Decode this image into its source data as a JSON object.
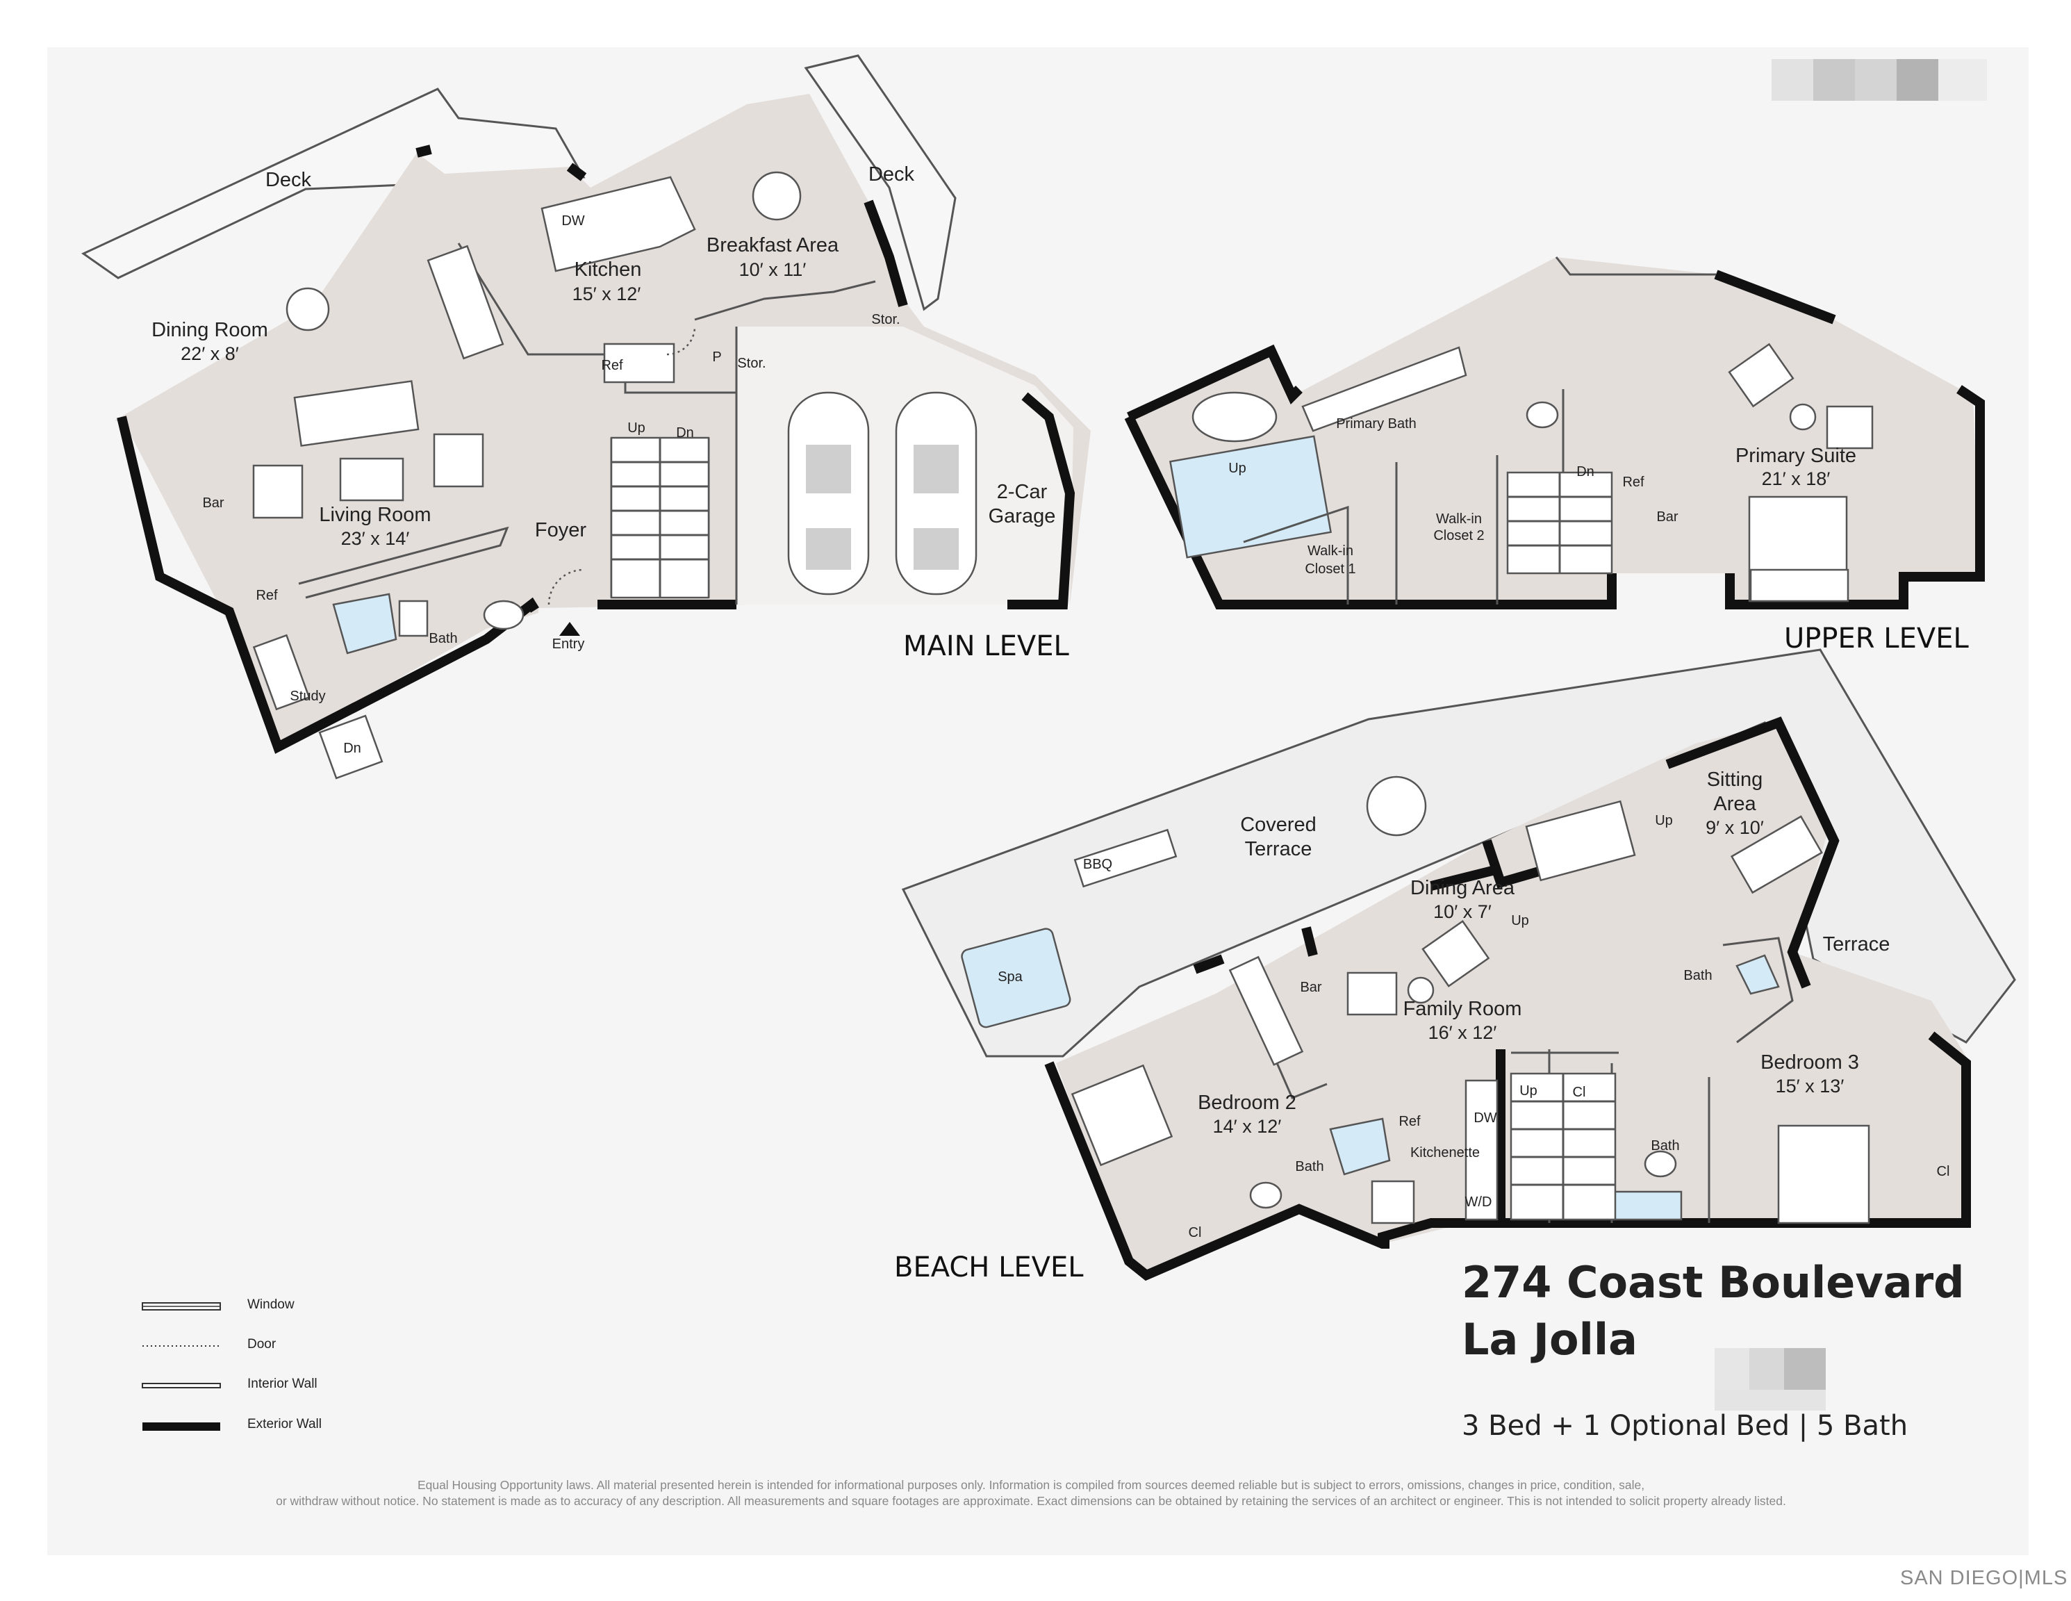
{
  "levels": {
    "main": "MAIN LEVEL",
    "upper": "UPPER LEVEL",
    "beach": "BEACH LEVEL"
  },
  "main_level": {
    "deck_left": "Deck",
    "deck_right": "Deck",
    "kitchen": "Kitchen",
    "kitchen_dim": "15′ x 12′",
    "breakfast": "Breakfast Area",
    "breakfast_dim": "10′ x 11′",
    "dining": "Dining Room",
    "dining_dim": "22′ x 8′",
    "living": "Living Room",
    "living_dim": "23′ x 14′",
    "foyer": "Foyer",
    "garage": "2-Car",
    "garage2": "Garage",
    "bath": "Bath",
    "study": "Study",
    "entry": "Entry",
    "bar": "Bar",
    "ref1": "Ref",
    "ref2": "Ref",
    "dw": "DW",
    "stor1": "Stor.",
    "stor2": "Stor.",
    "pantry": "P",
    "up": "Up",
    "dn": "Dn",
    "dn_study": "Dn"
  },
  "upper_level": {
    "primary_bath": "Primary Bath",
    "primary_suite": "Primary Suite",
    "primary_suite_dim": "21′ x 18′",
    "wic1": "Walk-in",
    "wic1b": "Closet 1",
    "wic2": "Walk-in",
    "wic2b": "Closet 2",
    "up": "Up",
    "dn": "Dn",
    "ref": "Ref",
    "bar": "Bar"
  },
  "beach_level": {
    "covered": "Covered",
    "terrace_cov": "Terrace",
    "sitting": "Sitting",
    "area": "Area",
    "sitting_dim": "9′ x 10′",
    "dining": "Dining Area",
    "dining_dim": "10′ x 7′",
    "family": "Family Room",
    "family_dim": "16′ x 12′",
    "bedroom2": "Bedroom 2",
    "bedroom2_dim": "14′ x 12′",
    "bedroom3": "Bedroom 3",
    "bedroom3_dim": "15′ x 13′",
    "terrace": "Terrace",
    "spa": "Spa",
    "bbq": "BBQ",
    "bar": "Bar",
    "bath1": "Bath",
    "bath2": "Bath",
    "bath3": "Bath",
    "kitchenette": "Kitchenette",
    "ref": "Ref",
    "dw": "DW",
    "wd": "W/D",
    "cl1": "Cl",
    "cl2": "Cl",
    "cl3": "Cl",
    "up1": "Up",
    "up2": "Up",
    "up3": "Up"
  },
  "title": {
    "line1": "274 Coast Boulevard",
    "line2": "La Jolla",
    "specs": "3 Bed + 1 Optional Bed | 5 Bath"
  },
  "legend": {
    "window": "Window",
    "door": "Door",
    "interior_wall": "Interior Wall",
    "exterior_wall": "Exterior Wall"
  },
  "disclaimer": {
    "line1": "Equal Housing Opportunity laws. All material presented herein is intended for informational purposes only. Information is compiled from sources deemed reliable but is subject to errors, omissions, changes in price, condition, sale,",
    "line2": "or withdraw without notice. No statement is made as to accuracy of any description. All measurements and square footages are approximate. Exact dimensions can be obtained by retaining the services of an architect or engineer. This is not intended to solicit property already listed."
  },
  "watermark": "SAN DIEGO|MLS",
  "colors": {
    "floor": "#e4dedb",
    "background": "#f5f5f5",
    "wall": "#111111",
    "water": "#d5eaf7"
  }
}
